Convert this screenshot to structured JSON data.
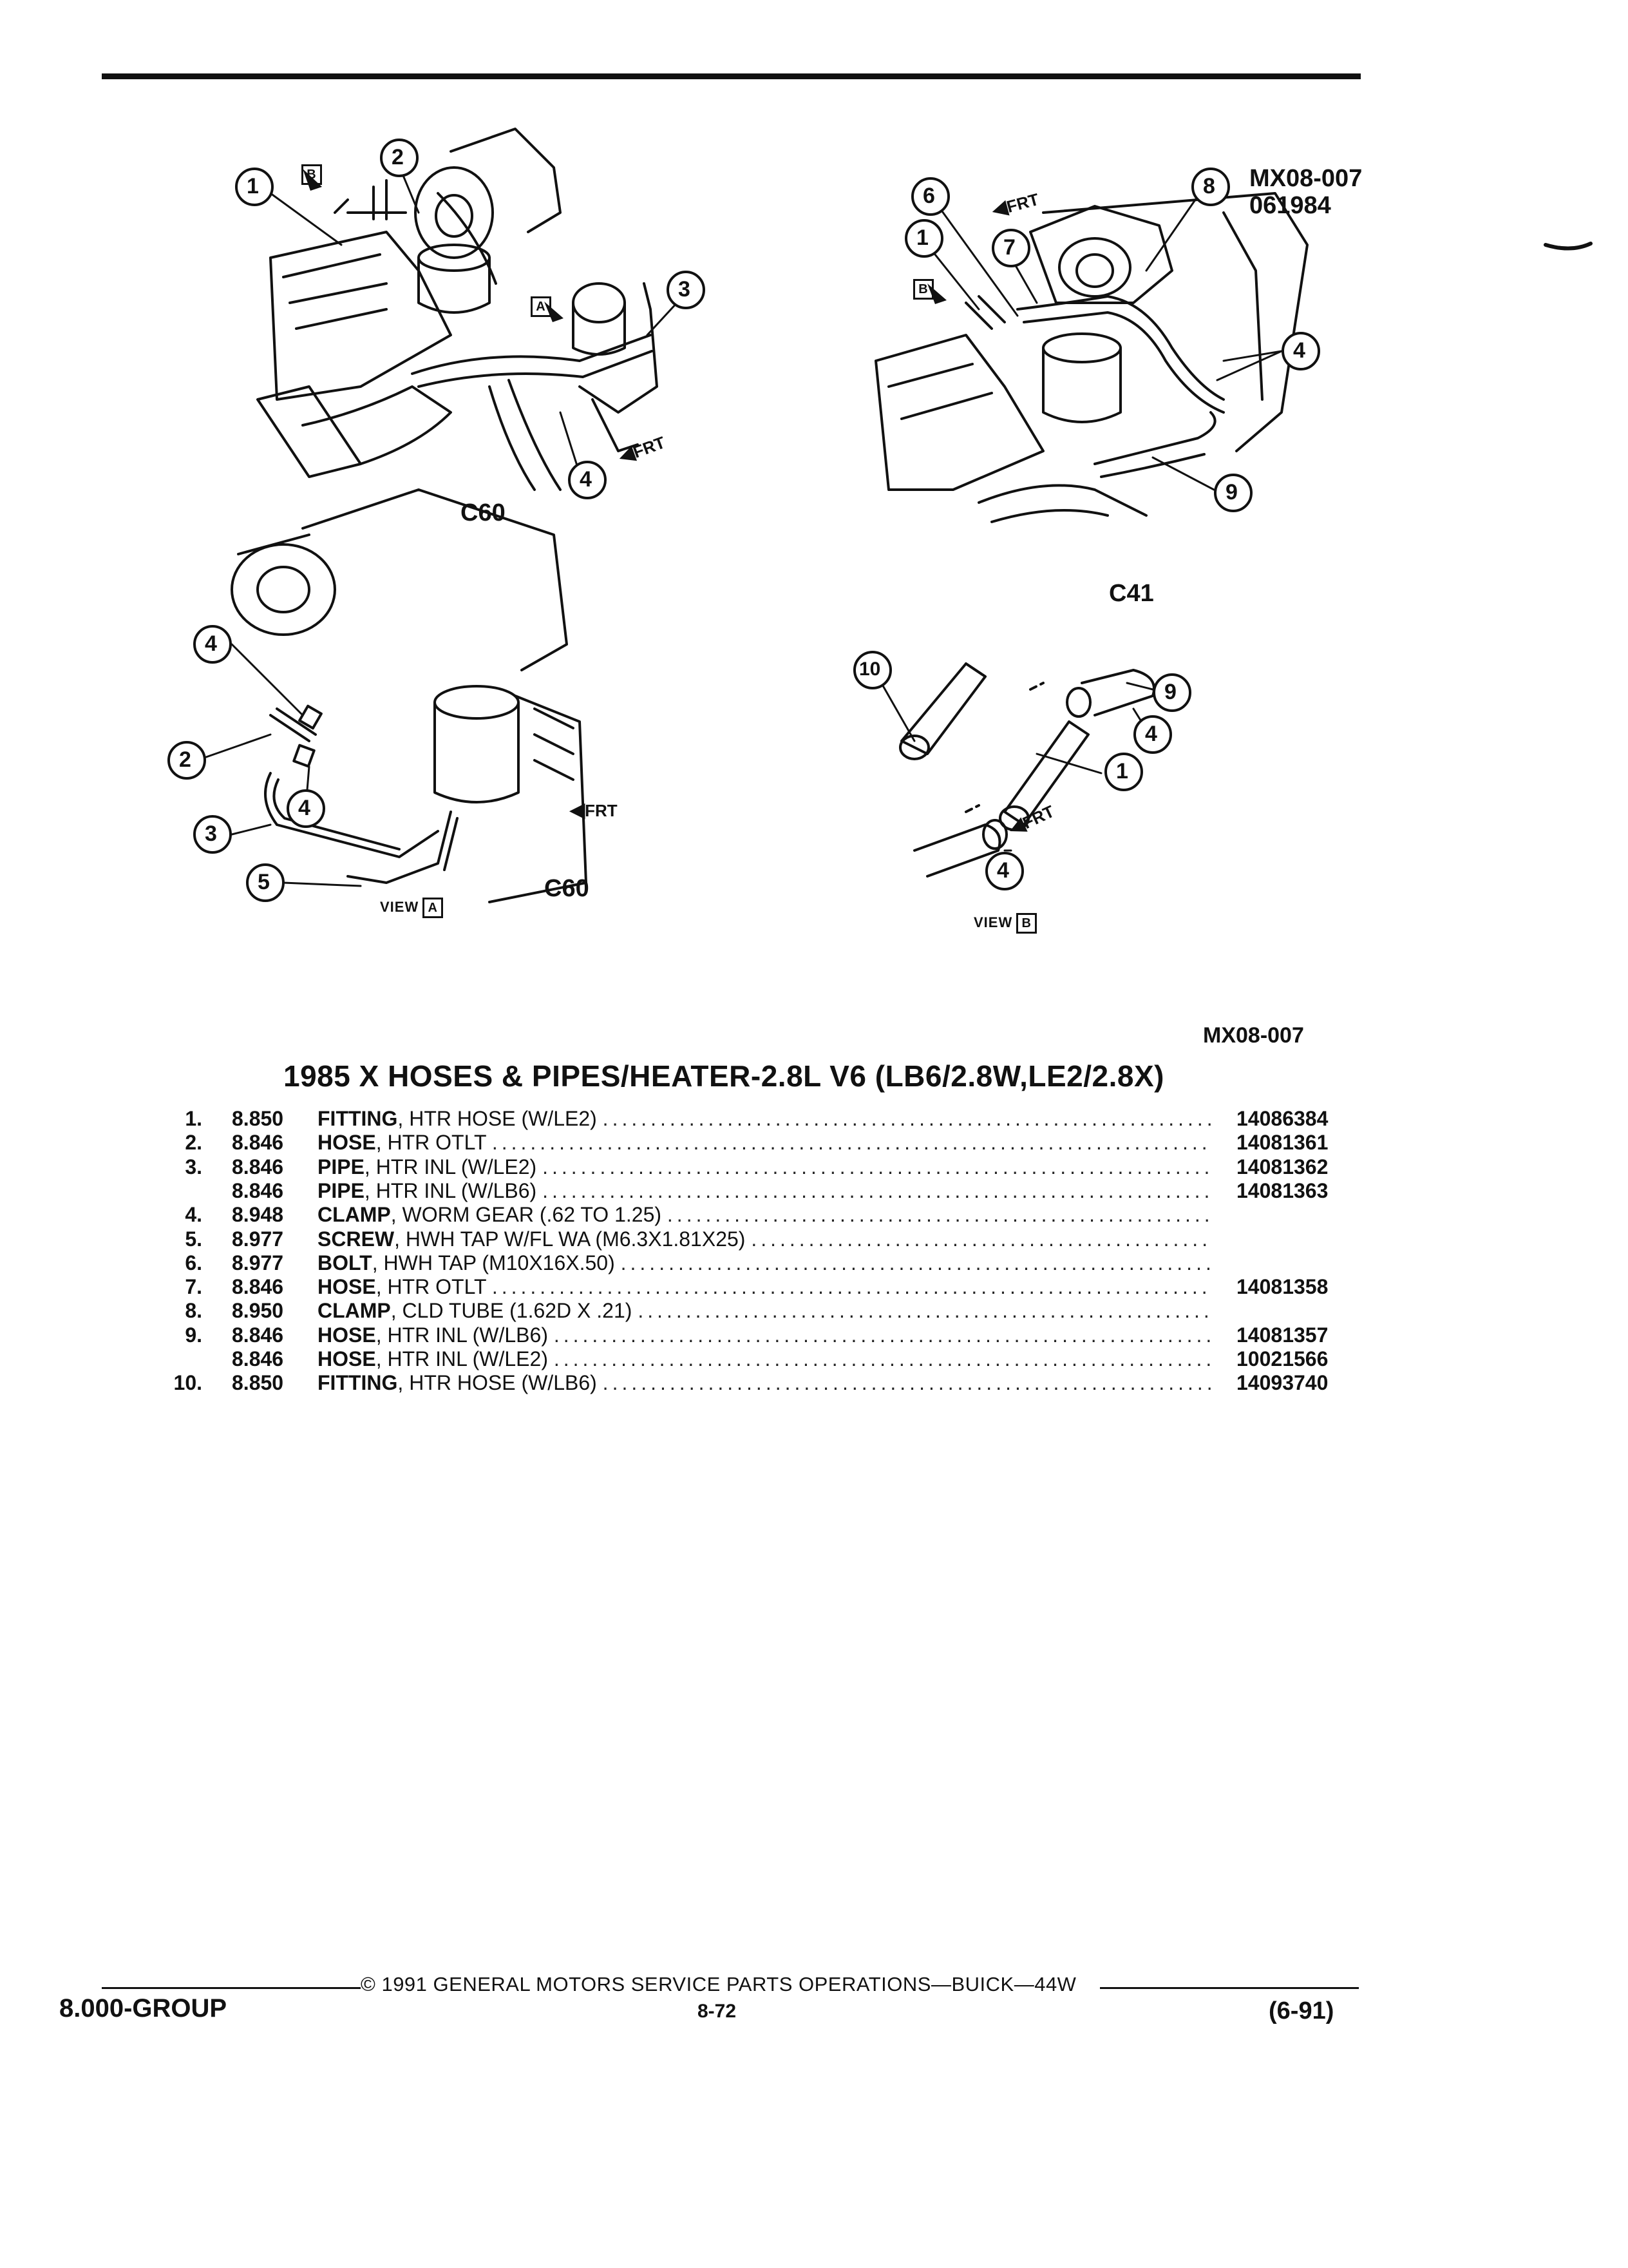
{
  "figure": {
    "ref_top": "MX08-007",
    "ref_date": "061984",
    "labels": {
      "c60_top": "C60",
      "c41": "C41",
      "c60_bottom": "C60"
    },
    "view_word": "VIEW",
    "view_a": "A",
    "view_b": "B",
    "frt": "FRT",
    "callouts": {
      "tl": [
        "1",
        "2",
        "3",
        "4"
      ],
      "tr": [
        "6",
        "8",
        "1",
        "7",
        "4",
        "9"
      ],
      "bl": [
        "4",
        "2",
        "4",
        "3",
        "5"
      ],
      "br": [
        "10",
        "9",
        "4",
        "1",
        "4"
      ]
    },
    "arrow_marks": {
      "a": "A",
      "b": "B"
    }
  },
  "ref_code": "MX08-007",
  "title": "1985 X HOSES & PIPES/HEATER-2.8L V6 (LB6/2.8W,LE2/2.8X)",
  "parts": [
    {
      "num": "1.",
      "group": "8.850",
      "name": "FITTING",
      "desc": ", HTR HOSE (W/LE2)",
      "part": "14086384"
    },
    {
      "num": "2.",
      "group": "8.846",
      "name": "HOSE",
      "desc": ", HTR OTLT",
      "part": "14081361"
    },
    {
      "num": "3.",
      "group": "8.846",
      "name": "PIPE",
      "desc": ", HTR INL (W/LE2)",
      "part": "14081362"
    },
    {
      "num": "",
      "group": "8.846",
      "name": "PIPE",
      "desc": ", HTR INL (W/LB6)",
      "part": "14081363"
    },
    {
      "num": "4.",
      "group": "8.948",
      "name": "CLAMP",
      "desc": ", WORM GEAR (.62 TO 1.25)",
      "part": ""
    },
    {
      "num": "5.",
      "group": "8.977",
      "name": "SCREW",
      "desc": ", HWH TAP W/FL WA (M6.3X1.81X25)",
      "part": ""
    },
    {
      "num": "6.",
      "group": "8.977",
      "name": "BOLT",
      "desc": ", HWH TAP (M10X16X.50)",
      "part": ""
    },
    {
      "num": "7.",
      "group": "8.846",
      "name": "HOSE",
      "desc": ", HTR OTLT",
      "part": "14081358"
    },
    {
      "num": "8.",
      "group": "8.950",
      "name": "CLAMP",
      "desc": ", CLD TUBE (1.62D X .21)",
      "part": ""
    },
    {
      "num": "9.",
      "group": "8.846",
      "name": "HOSE",
      "desc": ", HTR INL (W/LB6)",
      "part": "14081357"
    },
    {
      "num": "",
      "group": "8.846",
      "name": "HOSE",
      "desc": ", HTR INL (W/LE2)",
      "part": "10021566"
    },
    {
      "num": "10.",
      "group": "8.850",
      "name": "FITTING",
      "desc": ", HTR HOSE (W/LB6)",
      "part": "14093740"
    }
  ],
  "footer": {
    "copyright": "© 1991 GENERAL MOTORS SERVICE PARTS OPERATIONS—BUICK—44W",
    "group": "8.000-GROUP",
    "page": "8-72",
    "date": "(6-91)"
  }
}
